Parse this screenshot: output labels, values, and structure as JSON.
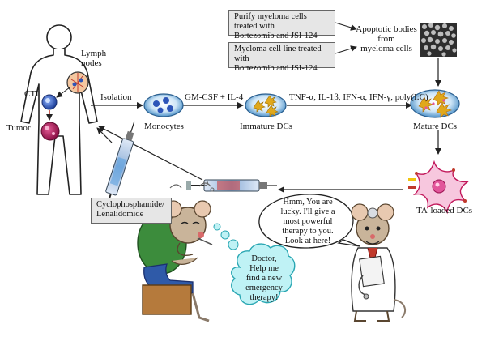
{
  "labels": {
    "lymph_nodes_line1": "Lymph",
    "lymph_nodes_line2": "nodes",
    "ctl": "CTL",
    "tumor": "Tumor",
    "isolation": "Isolation",
    "gmcsf": "GM-CSF + IL-4",
    "monocytes": "Monocytes",
    "immature_dcs": "Immature DCs",
    "cytokines": "TNF-α, IL-1β, IFN-α, IFN-γ, poly(I:C)",
    "mature_dcs": "Mature DCs",
    "ta_loaded_dcs": "TA-loaded DCs",
    "apoptotic_line1": "Apoptotic bodies",
    "apoptotic_line2": "from",
    "apoptotic_line3": "myeloma cells"
  },
  "boxes": {
    "purify_line1": "Purify myeloma cells treated with",
    "purify_line2": "Bortezomib and JSI-124",
    "cellline_line1": "Myeloma cell line treated with",
    "cellline_line2": "Bortezomib and JSI-124",
    "drugs_line1": "Cyclophosphamide/",
    "drugs_line2": "Lenalidomide"
  },
  "bubbles": {
    "doctor_line1": "Hmm, You are",
    "doctor_line2": "lucky. I'll give a",
    "doctor_line3": "most powerful",
    "doctor_line4": "therapy to you.",
    "doctor_line5": "Look at here!",
    "patient_line1": "Doctor,",
    "patient_line2": "Help me",
    "patient_line3": "find a new",
    "patient_line4": "emergency",
    "patient_line5": "therapy!"
  },
  "colors": {
    "dish": "#4a8fc7",
    "dish_light": "#cfe6f7",
    "cell_blue": "#2d55b8",
    "tumor": "#b0195a",
    "dc_gold": "#e0a81c",
    "dc_pink": "#e2559a",
    "patient_shirt": "#3c8c3c",
    "patient_pants": "#2f5aa8",
    "thought": "#bff2f5",
    "thought_border": "#2aa7b3",
    "box_fill": "#e6e6e6",
    "syringe": "#8fb0d8"
  }
}
